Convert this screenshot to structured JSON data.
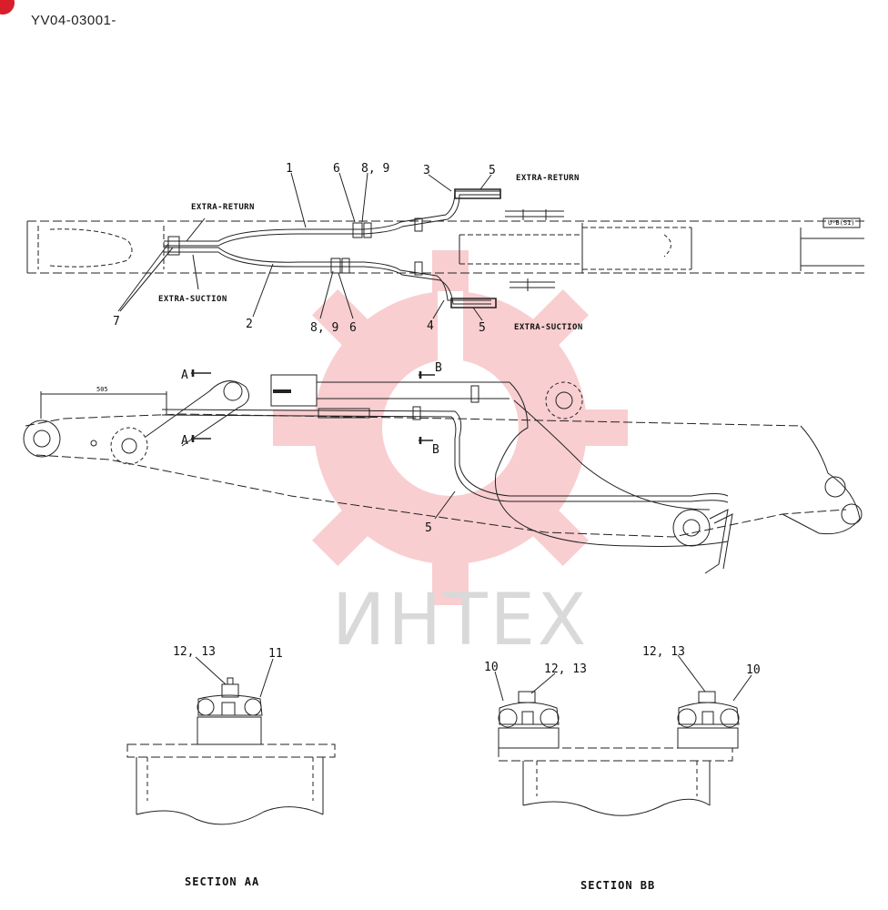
{
  "document": {
    "code": "YV04-03001-"
  },
  "watermark": {
    "text": "ИНТЕХ",
    "color": "#e8232e"
  },
  "top_view": {
    "labels": {
      "p1": "1",
      "p2": "2",
      "p3": "3",
      "p4": "4",
      "p5_return": "5",
      "p5_suction": "5",
      "p6_top": "6",
      "p6_bottom": "6",
      "p89_top": "8, 9",
      "p89_bottom": "8, 9",
      "p7": "7"
    },
    "captions": {
      "extra_return_right": "EXTRA-RETURN",
      "extra_return_left": "EXTRA-RETURN",
      "extra_suction_left": "EXTRA-SUCTION",
      "extra_suction_right": "EXTRA-SUCTION"
    },
    "tag": "U-B(S1)"
  },
  "side_view": {
    "section_a_top": "A",
    "section_a_bottom": "A",
    "section_b_top": "B",
    "section_b_bottom": "B",
    "dimension": "505",
    "p5": "5"
  },
  "section_aa": {
    "title": "SECTION AA",
    "label_bolt": "12, 13",
    "label_clamp": "11"
  },
  "section_bb": {
    "title": "SECTION BB",
    "label_left_clamp": "10",
    "label_left_bolt": "12, 13",
    "label_right_bolt": "12, 13",
    "label_right_clamp": "10"
  }
}
